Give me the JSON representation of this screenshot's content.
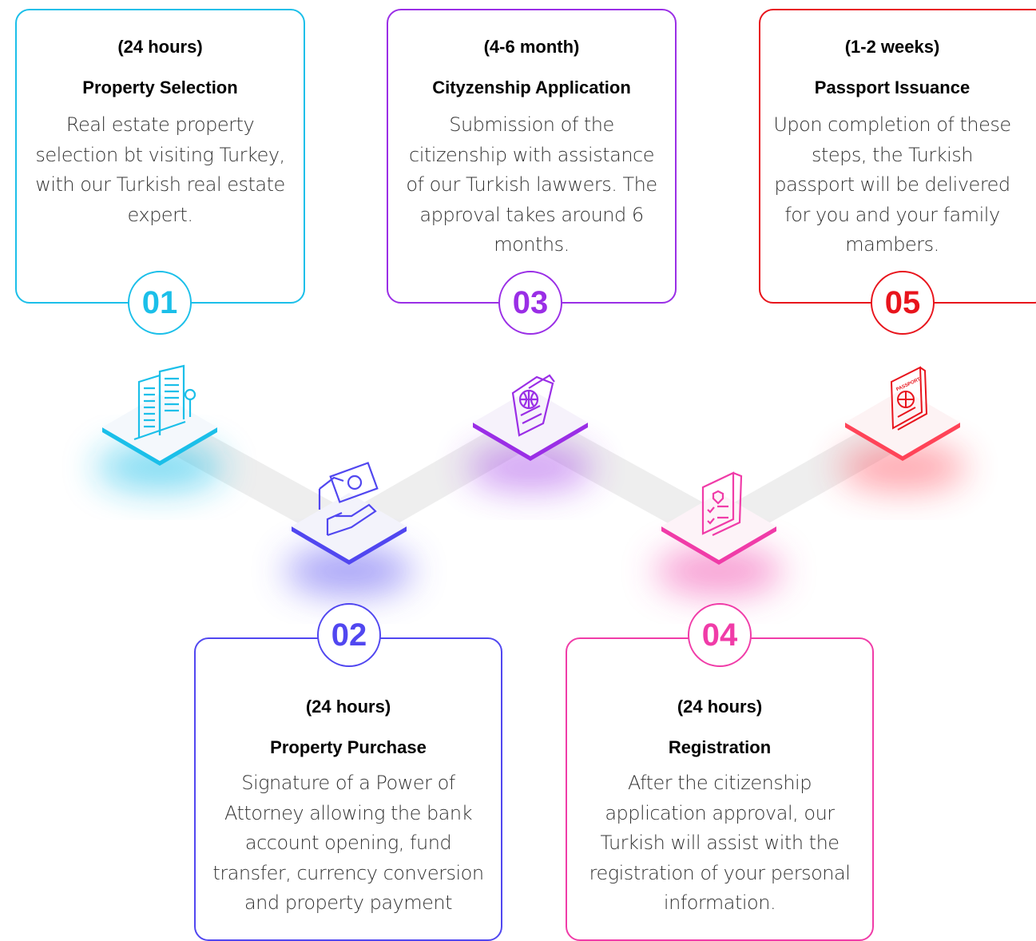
{
  "steps": [
    {
      "number": "01",
      "duration": "(24 hours)",
      "title": "Property Selection",
      "description": "Real estate property selection bt visiting Turkey, with our Turkish real estate expert.",
      "color": "#1bbfe9",
      "icon": "buildings-icon"
    },
    {
      "number": "02",
      "duration": "(24 hours)",
      "title": "Property Purchase",
      "description": "Signature of a Power of Attorney allowing the bank account opening, fund transfer, currency conversion and property payment",
      "color": "#5147f0",
      "icon": "money-hand-icon"
    },
    {
      "number": "03",
      "duration": "(4-6 month)",
      "title": "Cityzenship Application",
      "description": "Submission of the citizenship with assistance of our Turkish lawwers. The approval takes around 6 months.",
      "color": "#9a2ee6",
      "icon": "documents-globe-icon"
    },
    {
      "number": "04",
      "duration": "(24 hours)",
      "title": "Registration",
      "description": "After the citizenship application approval, our Turkish will assist with the registration of your personal information.",
      "color": "#f03ca8",
      "icon": "checklist-shield-icon"
    },
    {
      "number": "05",
      "duration": "(1-2 weeks)",
      "title": "Passport Issuance",
      "description": "Upon completion of these steps, the Turkish passport will be delivered for you and your family mambers.",
      "color": "#e8141c",
      "icon": "passport-icon"
    }
  ],
  "passport_icon_text": "PASSPORT"
}
